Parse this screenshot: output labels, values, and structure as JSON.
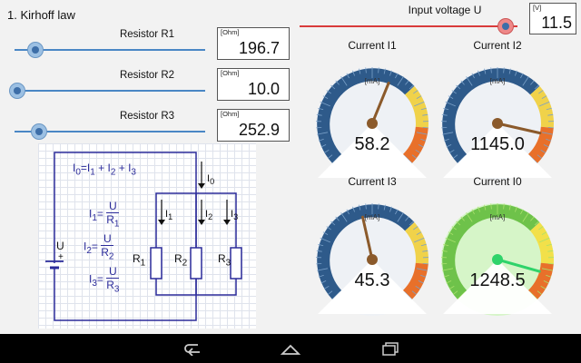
{
  "app": {
    "title": "1. Kirhoff law"
  },
  "voltage": {
    "label": "Input voltage U",
    "unit": "[V]",
    "value": "11.5",
    "slider_fraction": 0.98
  },
  "resistors": [
    {
      "label": "Resistor R1",
      "unit": "[Ohm]",
      "value": "196.7",
      "slider_fraction": 0.1
    },
    {
      "label": "Resistor R2",
      "unit": "[Ohm]",
      "value": "10.0",
      "slider_fraction": 0.0
    },
    {
      "label": "Resistor R3",
      "unit": "[Ohm]",
      "value": "252.9",
      "slider_fraction": 0.12
    }
  ],
  "gauges": [
    {
      "title": "Current I1",
      "unit": "[mA]",
      "value": "58.2",
      "needle": 58.2
    },
    {
      "title": "Current I2",
      "unit": "[mA]",
      "value": "1145.0",
      "needle": 1145.0
    },
    {
      "title": "Current I3",
      "unit": "[mA]",
      "value": "45.3",
      "needle": 45.3
    },
    {
      "title": "Current I0",
      "unit": "[mA]",
      "value": "1248.5",
      "needle": 1248.5
    }
  ],
  "colors": {
    "accent": "#4a87c5",
    "needle": "#8b5a2b",
    "needle_active": "#2fd36a",
    "voltage_track": "#d93b3b"
  },
  "nav": {
    "back": "back-icon",
    "home": "home-icon",
    "recents": "recents-icon"
  }
}
